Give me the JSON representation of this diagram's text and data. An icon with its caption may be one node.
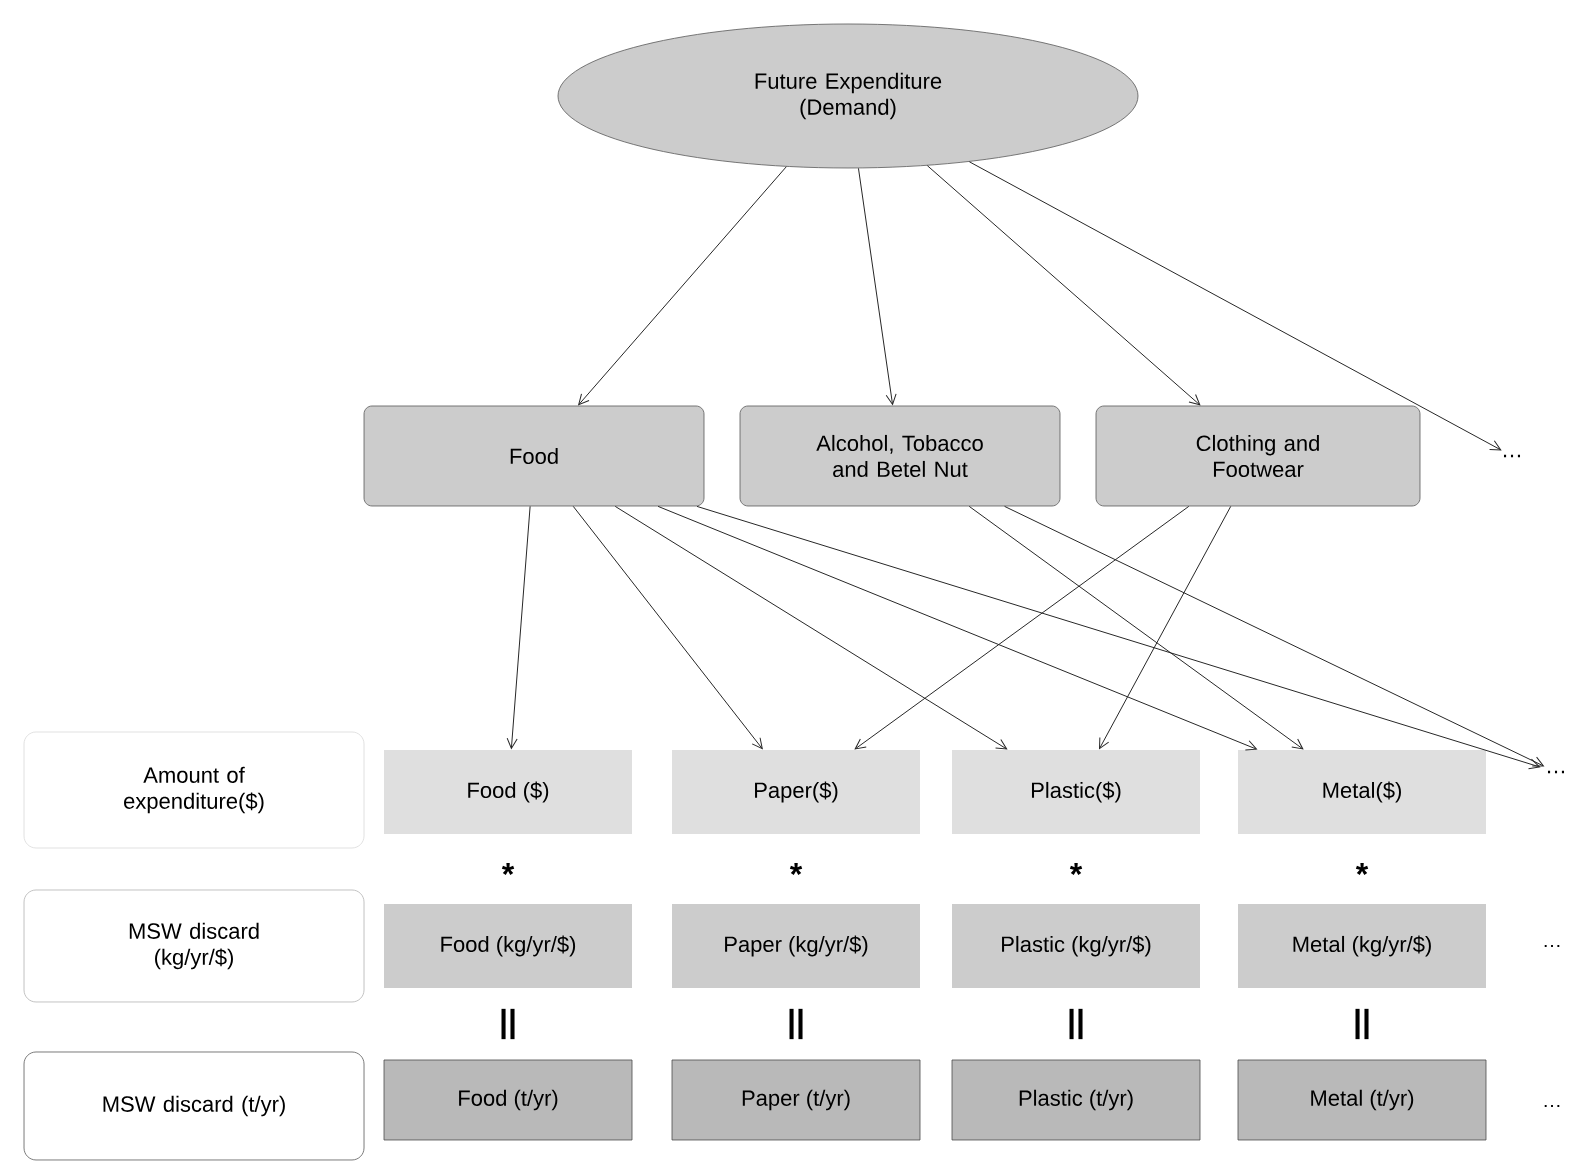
{
  "diagram": {
    "nodes": [
      {
        "text": [
          "Future Expenditure (Demand)"
        ]
      },
      {
        "text": [
          "Food"
        ]
      },
      {
        "text": [
          "Alcohol, Tobacco and Betel Nut"
        ]
      },
      {
        "text": [
          "Clothing and Footwear"
        ]
      },
      {
        "text": [
          "…"
        ]
      },
      {
        "text": [
          "Amount of expenditure($)"
        ]
      },
      {
        "text": [
          "Food ($)"
        ]
      },
      {
        "text": [
          "Paper($)"
        ]
      },
      {
        "text": [
          "Plastic($)"
        ]
      },
      {
        "text": [
          "Metal($)"
        ]
      },
      {
        "text": [
          "…"
        ]
      },
      {
        "text": [
          "MSW discard (kg/yr/$)"
        ]
      },
      {
        "text": [
          "Food (kg/yr/$)"
        ]
      },
      {
        "text": [
          "Paper (kg/yr/$)"
        ]
      },
      {
        "text": [
          "Plastic (kg/yr/$)"
        ]
      },
      {
        "text": [
          "Metal (kg/yr/$)"
        ]
      },
      {
        "text": [
          "MSW discard (t/yr)"
        ]
      },
      {
        "text": [
          "Food (t/yr)"
        ]
      },
      {
        "text": [
          "Paper (t/yr)"
        ]
      },
      {
        "text": [
          "Plastic (t/yr)"
        ]
      },
      {
        "text": [
          "Metal (t/yr)"
        ]
      }
    ],
    "edges": [
      {
        "from": 0,
        "to": 1,
        "arrow": "to"
      },
      {
        "from": 0,
        "to": 2,
        "arrow": "to"
      },
      {
        "from": 0,
        "to": 3,
        "arrow": "to"
      },
      {
        "from": 0,
        "to": 4,
        "arrow": "to"
      },
      {
        "from": 1,
        "to": 6,
        "arrow": "to"
      },
      {
        "from": 1,
        "to": 7,
        "arrow": "to"
      },
      {
        "from": 1,
        "to": 8,
        "arrow": "to"
      },
      {
        "from": 1,
        "to": 9,
        "arrow": "to"
      },
      {
        "from": 1,
        "to": 10,
        "arrow": "to"
      },
      {
        "from": 2,
        "to": 9,
        "arrow": "to"
      },
      {
        "from": 2,
        "to": 10,
        "arrow": "to"
      },
      {
        "from": 3,
        "to": 7,
        "arrow": "to"
      },
      {
        "from": 3,
        "to": 8,
        "arrow": "to"
      }
    ],
    "labels": [
      "*",
      "*",
      "*",
      "*",
      "…",
      "||",
      "||",
      "||",
      "||",
      "…"
    ]
  }
}
